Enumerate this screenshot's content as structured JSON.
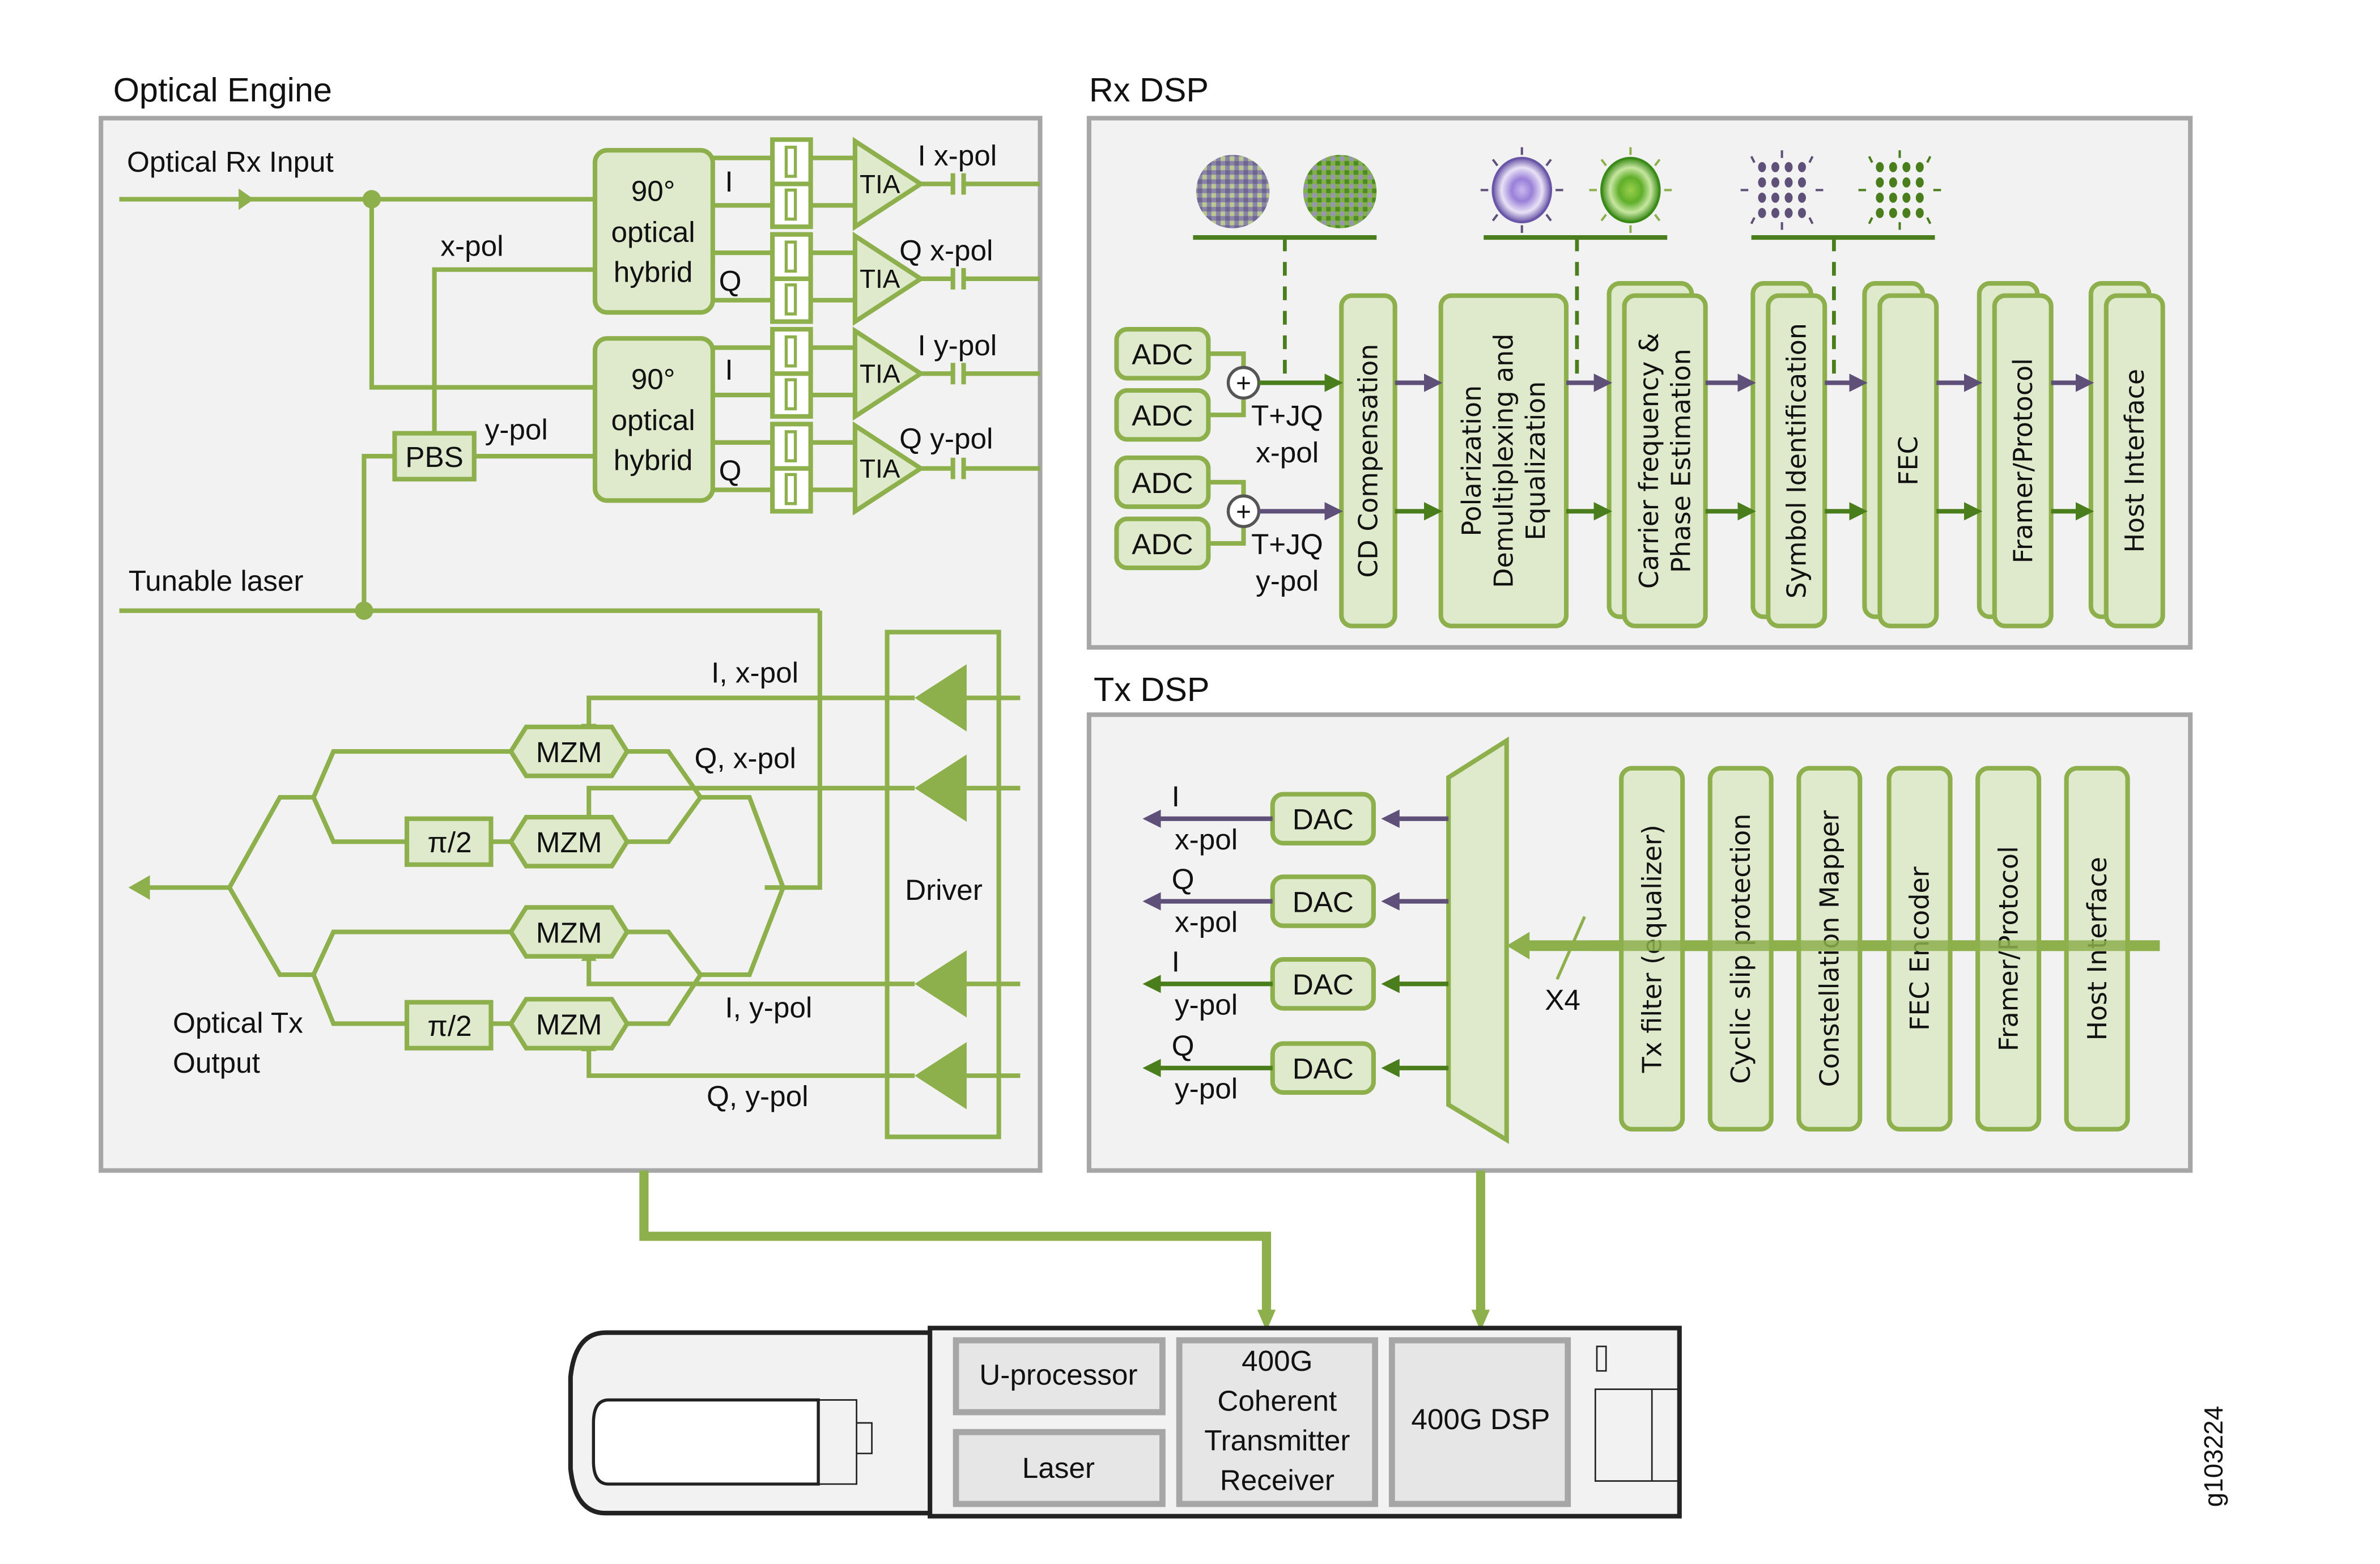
{
  "figure_id": "g103224",
  "sections": {
    "optical_engine": "Optical Engine",
    "rx_dsp": "Rx DSP",
    "tx_dsp": "Tx DSP"
  },
  "colors": {
    "accent_green": "#8db04c",
    "dark_green": "#4a7d1c",
    "purple": "#5e5078",
    "block_fill": "#dfe9cc",
    "panel_fill": "#f2f2f2",
    "panel_border": "#a6a6a6"
  },
  "optical_engine": {
    "rx_input": "Optical Rx Input",
    "tunable_laser": "Tunable laser",
    "x_pol": "x-pol",
    "y_pol": "y-pol",
    "pbs": "PBS",
    "hybrid": [
      "90°",
      "optical",
      "hybrid"
    ],
    "i": "I",
    "q": "Q",
    "tia": "TIA",
    "outputs": [
      "I x-pol",
      "Q x-pol",
      "I y-pol",
      "Q y-pol"
    ],
    "driver": "Driver",
    "driver_inputs": [
      "I, x-pol",
      "Q, x-pol",
      "I, y-pol",
      "Q, y-pol"
    ],
    "mzm": "MZM",
    "phase": "π/2",
    "tx_output": [
      "Optical Tx",
      "Output"
    ]
  },
  "rx_dsp": {
    "adc": "ADC",
    "sum_label": "T+JQ",
    "pol_labels": [
      "x-pol",
      "y-pol"
    ],
    "blocks": [
      [
        "CD Compensation"
      ],
      [
        "Polarization",
        "Demultiplexing and",
        "Equalization"
      ],
      [
        "Carrier frequency &",
        "Phase Estimation"
      ],
      [
        "Symbol Identification"
      ],
      [
        "FEC"
      ],
      [
        "Framer/Protocol"
      ],
      [
        "Host Interface"
      ]
    ]
  },
  "tx_dsp": {
    "dac": "DAC",
    "outputs": [
      {
        "sig": "I",
        "pol": "x-pol"
      },
      {
        "sig": "Q",
        "pol": "x-pol"
      },
      {
        "sig": "I",
        "pol": "y-pol"
      },
      {
        "sig": "Q",
        "pol": "y-pol"
      }
    ],
    "bus_label": "X4",
    "blocks": [
      "Tx filter (equalizer)",
      "Cyclic slip protection",
      "Constellation Mapper",
      "FEC Encoder",
      "Framer/Protocol",
      "Host Interface"
    ]
  },
  "module": {
    "u_processor": "U-processor",
    "laser": "Laser",
    "transceiver": [
      "400G",
      "Coherent",
      "Transmitter",
      "Receiver"
    ],
    "dsp": "400G DSP"
  }
}
